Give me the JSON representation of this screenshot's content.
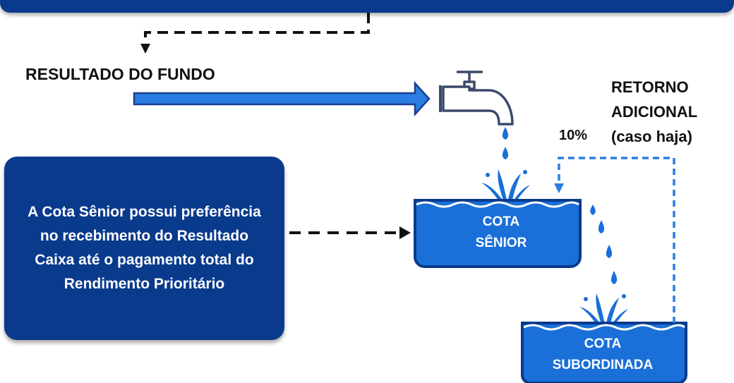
{
  "fund_result_label": "RESULTADO DO FUNDO",
  "return_label": {
    "line1": "RETORNO",
    "line2": "ADICIONAL",
    "line3": "(caso haja)"
  },
  "percent_label": "10%",
  "info_box": {
    "text": "A Cota Sênior possui preferência no recebimento do Resultado Caixa até o pagamento total do Rendimento Prioritário"
  },
  "senior_tank": {
    "line1": "COTA",
    "line2": "SÊNIOR"
  },
  "subordinate_tank": {
    "line1": "COTA",
    "line2": "SUBORDINADA"
  },
  "colors": {
    "dark_blue": "#0a3a8c",
    "water_blue": "#1a6fd8",
    "arrow_blue": "#2a7de1",
    "arrow_border": "#1b3f8f",
    "dashed_black": "#111111",
    "dashed_blue": "#2a7de1"
  },
  "icons": [
    "faucet-icon",
    "water-drop-icon",
    "splash-icon",
    "tank-icon"
  ]
}
